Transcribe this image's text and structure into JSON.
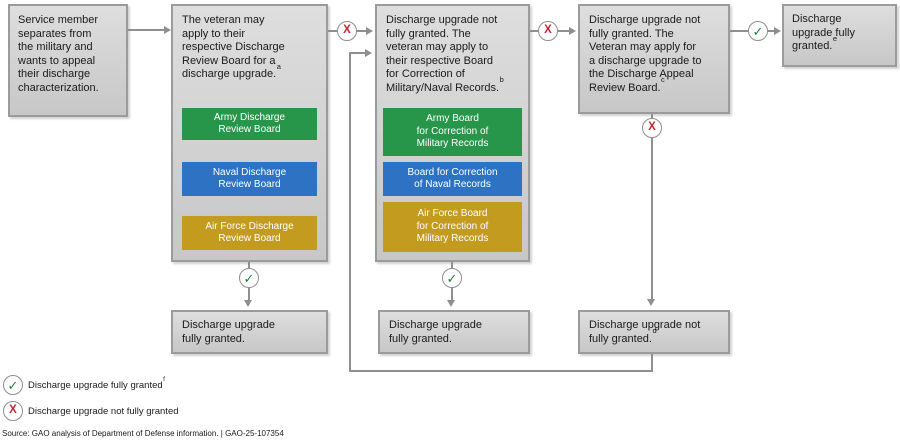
{
  "colors": {
    "army_green": "#27964a",
    "navy_blue": "#2d72c3",
    "air_force_gold": "#c29b1f",
    "box_fill_top": "#dedede",
    "box_fill_bottom": "#c7c7c7",
    "box_border": "#9b9b9b",
    "connector": "#8f8f8f",
    "check_green": "#1b7e3f",
    "cross_red": "#bf2533",
    "text": "#1a1a1a"
  },
  "icons": {
    "check_glyph": "✓",
    "cross_glyph": "X"
  },
  "flow": {
    "start": {
      "lines": [
        "Service member",
        "separates from",
        "the military and",
        "wants to appeal",
        "their discharge",
        "characterization."
      ]
    },
    "drb": {
      "lines": [
        "The veteran may",
        "apply to their",
        "respective Discharge",
        "Review Board for a",
        "discharge upgrade."
      ],
      "sup": "a",
      "buttons": [
        {
          "name": "Army Discharge Review Board",
          "lines": [
            "Army Discharge",
            "Review Board"
          ]
        },
        {
          "name": "Naval Discharge Review Board",
          "lines": [
            "Naval Discharge",
            "Review Board"
          ]
        },
        {
          "name": "Air Force Discharge Review Board",
          "lines": [
            "Air Force Discharge",
            "Review Board"
          ]
        }
      ]
    },
    "drb_granted": {
      "lines": [
        "Discharge upgrade",
        "fully granted."
      ]
    },
    "bcmr": {
      "lines": [
        "Discharge upgrade not",
        "fully granted. The",
        "veteran may apply to",
        "their respective Board",
        "for Correction of",
        "Military/Naval Records."
      ],
      "sup": "b",
      "buttons": [
        {
          "name": "Army Board for Correction of Military Records",
          "lines": [
            "Army Board",
            "for Correction of",
            "Military Records"
          ]
        },
        {
          "name": "Board for Correction of Naval Records",
          "lines": [
            "Board for Correction",
            "of Naval Records"
          ]
        },
        {
          "name": "Air Force Board for Correction of Military Records",
          "lines": [
            "Air Force Board",
            "for Correction of",
            "Military Records"
          ]
        }
      ]
    },
    "bcmr_granted": {
      "lines": [
        "Discharge upgrade",
        "fully granted."
      ]
    },
    "darb": {
      "lines": [
        "Discharge upgrade not",
        "fully granted. The",
        "Veteran may apply for",
        "a discharge upgrade to",
        "the Discharge Appeal",
        "Review Board."
      ],
      "sup": "c"
    },
    "darb_denied": {
      "lines": [
        "Discharge upgrade not",
        "fully granted."
      ],
      "sup": "d"
    },
    "final_granted": {
      "lines": [
        "Discharge",
        "upgrade fully",
        "granted."
      ],
      "sup": "e"
    }
  },
  "legend": {
    "granted": {
      "label": "Discharge upgrade fully granted",
      "sup": "f"
    },
    "not_granted": {
      "label": "Discharge upgrade not fully granted"
    }
  },
  "source": "Source: GAO analysis of Department of Defense information.  |  GAO-25-107354"
}
